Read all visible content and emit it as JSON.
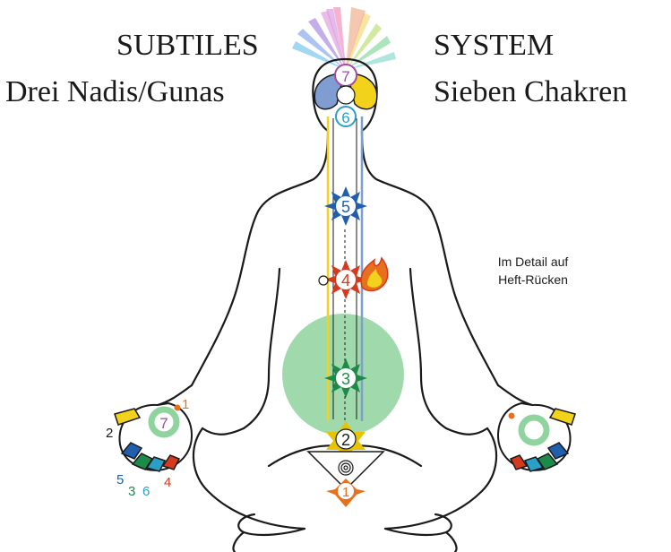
{
  "title": {
    "left_line1": "SUBTILES",
    "right_line1": "SYSTEM",
    "left_line2": "Drei Nadis/Gunas",
    "right_line2": "Sieben Chakren"
  },
  "note": {
    "line1": "Im Detail auf",
    "line2": "Heft-Rücken"
  },
  "chakras": [
    {
      "number": "7",
      "color": "#a24aa8"
    },
    {
      "number": "6",
      "color": "#2aa0c8"
    },
    {
      "number": "5",
      "color": "#1f5fae"
    },
    {
      "number": "4",
      "color": "#d63a1c"
    },
    {
      "number": "3",
      "color": "#1e8a4a"
    },
    {
      "number": "2",
      "color": "#e8c400"
    },
    {
      "number": "1",
      "color": "#e8701c"
    }
  ],
  "left_hand": {
    "palm_number": "7",
    "finger_numbers": {
      "thumb": "1",
      "index": "2",
      "middle": "3",
      "ring": "6",
      "little_pair": "5",
      "little": "4"
    }
  },
  "colors": {
    "line": "#1a1a1a",
    "heart_area": "#8fd39e",
    "ida": "#7f9dd0",
    "pingala": "#f2d21a",
    "sushumna": "#ffffff"
  }
}
